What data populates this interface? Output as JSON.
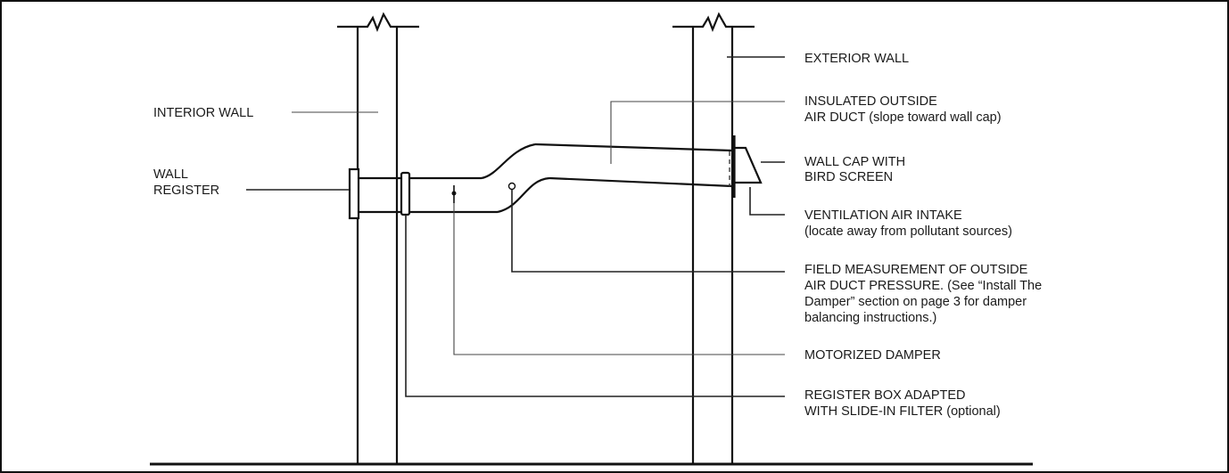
{
  "labels": {
    "exterior_wall": "EXTERIOR WALL",
    "interior_wall": "INTERIOR WALL",
    "insulated_duct_1": "INSULATED OUTSIDE",
    "insulated_duct_2": "AIR DUCT (slope toward wall cap)",
    "wall_cap_1": "WALL CAP WITH",
    "wall_cap_2": "BIRD SCREEN",
    "wall_register_1": "WALL",
    "wall_register_2": "REGISTER",
    "ventilation_intake_1": "VENTILATION AIR INTAKE",
    "ventilation_intake_2": "(locate away from pollutant sources)",
    "field_measurement_1": "FIELD MEASUREMENT OF OUTSIDE",
    "field_measurement_2": "AIR DUCT PRESSURE. (See “Install The",
    "field_measurement_3": "Damper” section on page 3 for damper",
    "field_measurement_4": "balancing instructions.)",
    "motorized_damper": "MOTORIZED DAMPER",
    "register_box_1": "REGISTER BOX ADAPTED",
    "register_box_2": "WITH SLIDE-IN FILTER (optional)"
  }
}
